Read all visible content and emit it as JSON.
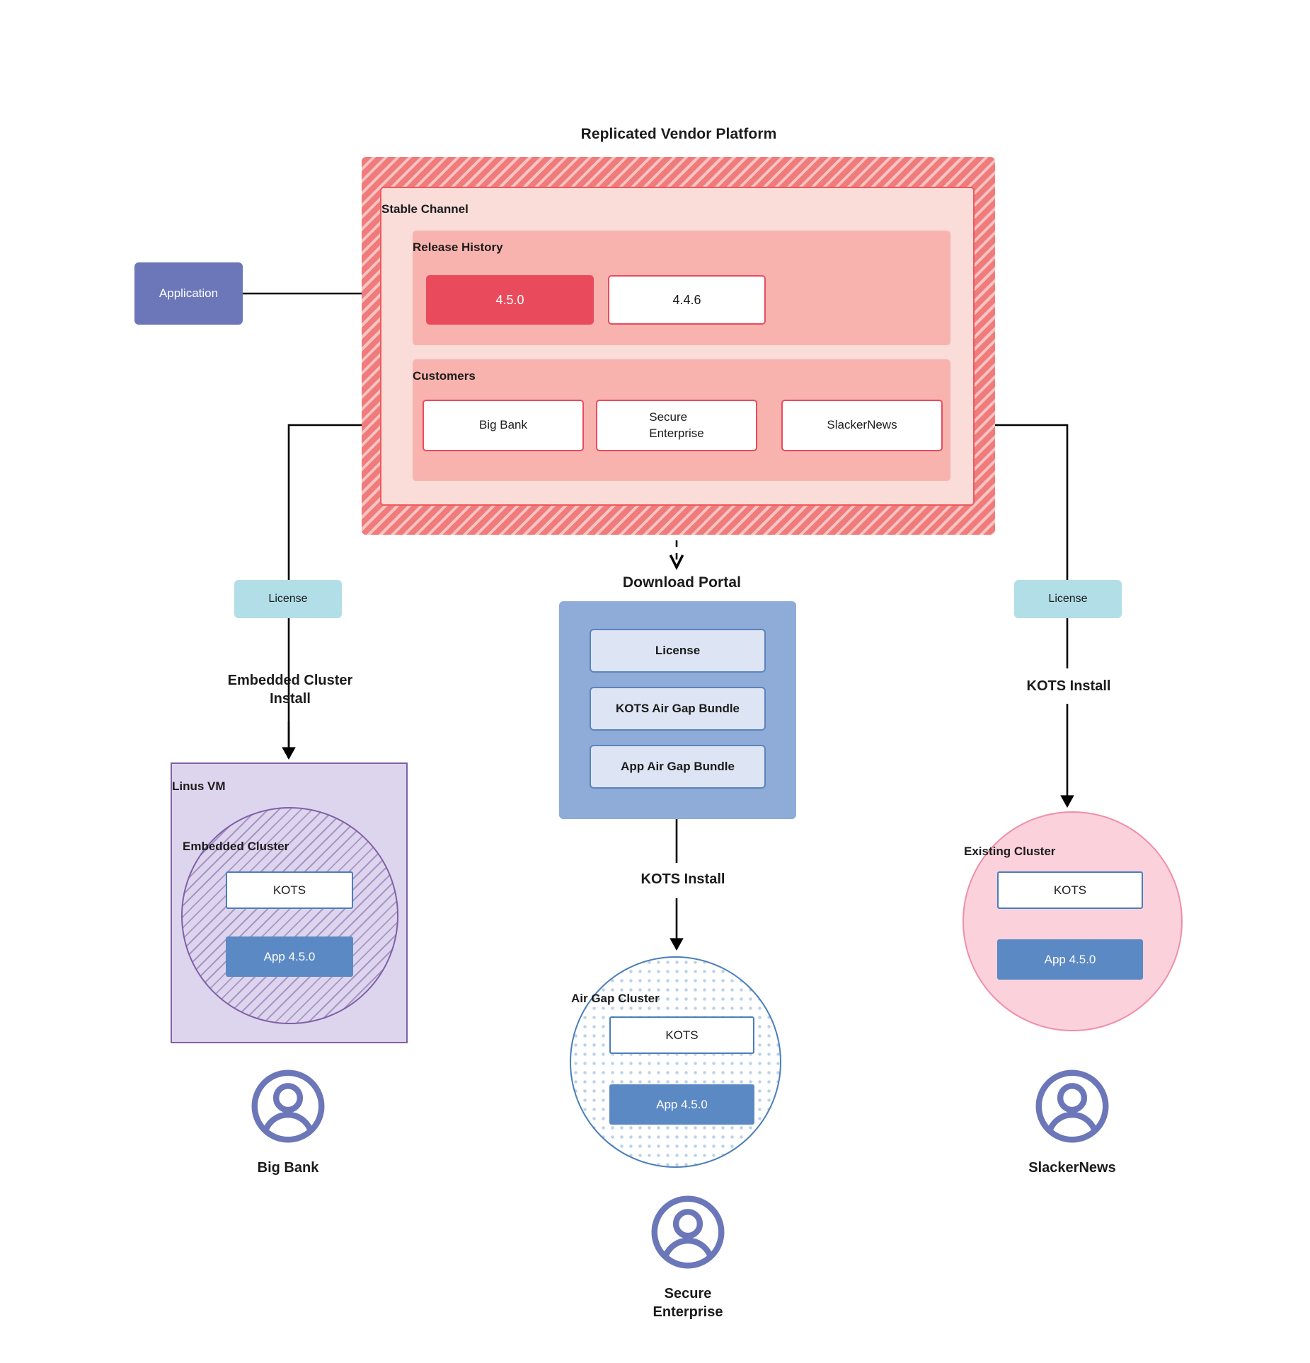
{
  "diagram": {
    "title": "Replicated Vendor Platform"
  },
  "application": {
    "label": "Application"
  },
  "platform": {
    "channel_title": "Stable Channel",
    "release_history": {
      "title": "Release History",
      "releases": [
        {
          "version": "4.5.0",
          "state": "current"
        },
        {
          "version": "4.4.6",
          "state": "previous"
        }
      ]
    },
    "customers": {
      "title": "Customers",
      "items": [
        {
          "name": "Big Bank"
        },
        {
          "name": "Secure\nEnterprise"
        },
        {
          "name": "SlackerNews"
        }
      ]
    }
  },
  "left_flow": {
    "license_label": "License",
    "install_label": "Embedded Cluster\nInstall",
    "vm_title": "Linus VM",
    "cluster_title": "Embedded Cluster",
    "kots_label": "KOTS",
    "app_label": "App 4.5.0",
    "customer_name": "Big Bank"
  },
  "middle_flow": {
    "portal_title": "Download  Portal",
    "portal_items": [
      {
        "label": "License"
      },
      {
        "label": "KOTS Air Gap Bundle"
      },
      {
        "label": "App Air Gap Bundle"
      }
    ],
    "install_label": "KOTS Install",
    "cluster_title": "Air Gap Cluster",
    "kots_label": "KOTS",
    "app_label": "App 4.5.0",
    "customer_name": "Secure\nEnterprise"
  },
  "right_flow": {
    "license_label": "License",
    "install_label": "KOTS Install",
    "cluster_title": "Existing Cluster",
    "kots_label": "KOTS",
    "app_label": "App 4.5.0",
    "customer_name": "SlackerNews"
  },
  "colors": {
    "platform_hatch": "#f07b7b",
    "channel_bg": "#fadcd9",
    "panel_bg": "#f9b3ae",
    "release_current": "#ea4b5c",
    "release_border": "#ea4b5c",
    "application": "#6b77b9",
    "license": "#b2dee7",
    "portal_bg": "#8fabd8",
    "portal_item_bg": "#dde4f4",
    "portal_item_border": "#5b84bd",
    "vm_bg": "#ddd5ed",
    "vm_border": "#7f5fa6",
    "airgap_border": "#4a7ebb",
    "existing_bg": "#fbd1dc",
    "existing_border": "#ef8fa8",
    "app_chip": "#5b89c4",
    "avatar": "#6b77b9",
    "connector": "#000000"
  }
}
